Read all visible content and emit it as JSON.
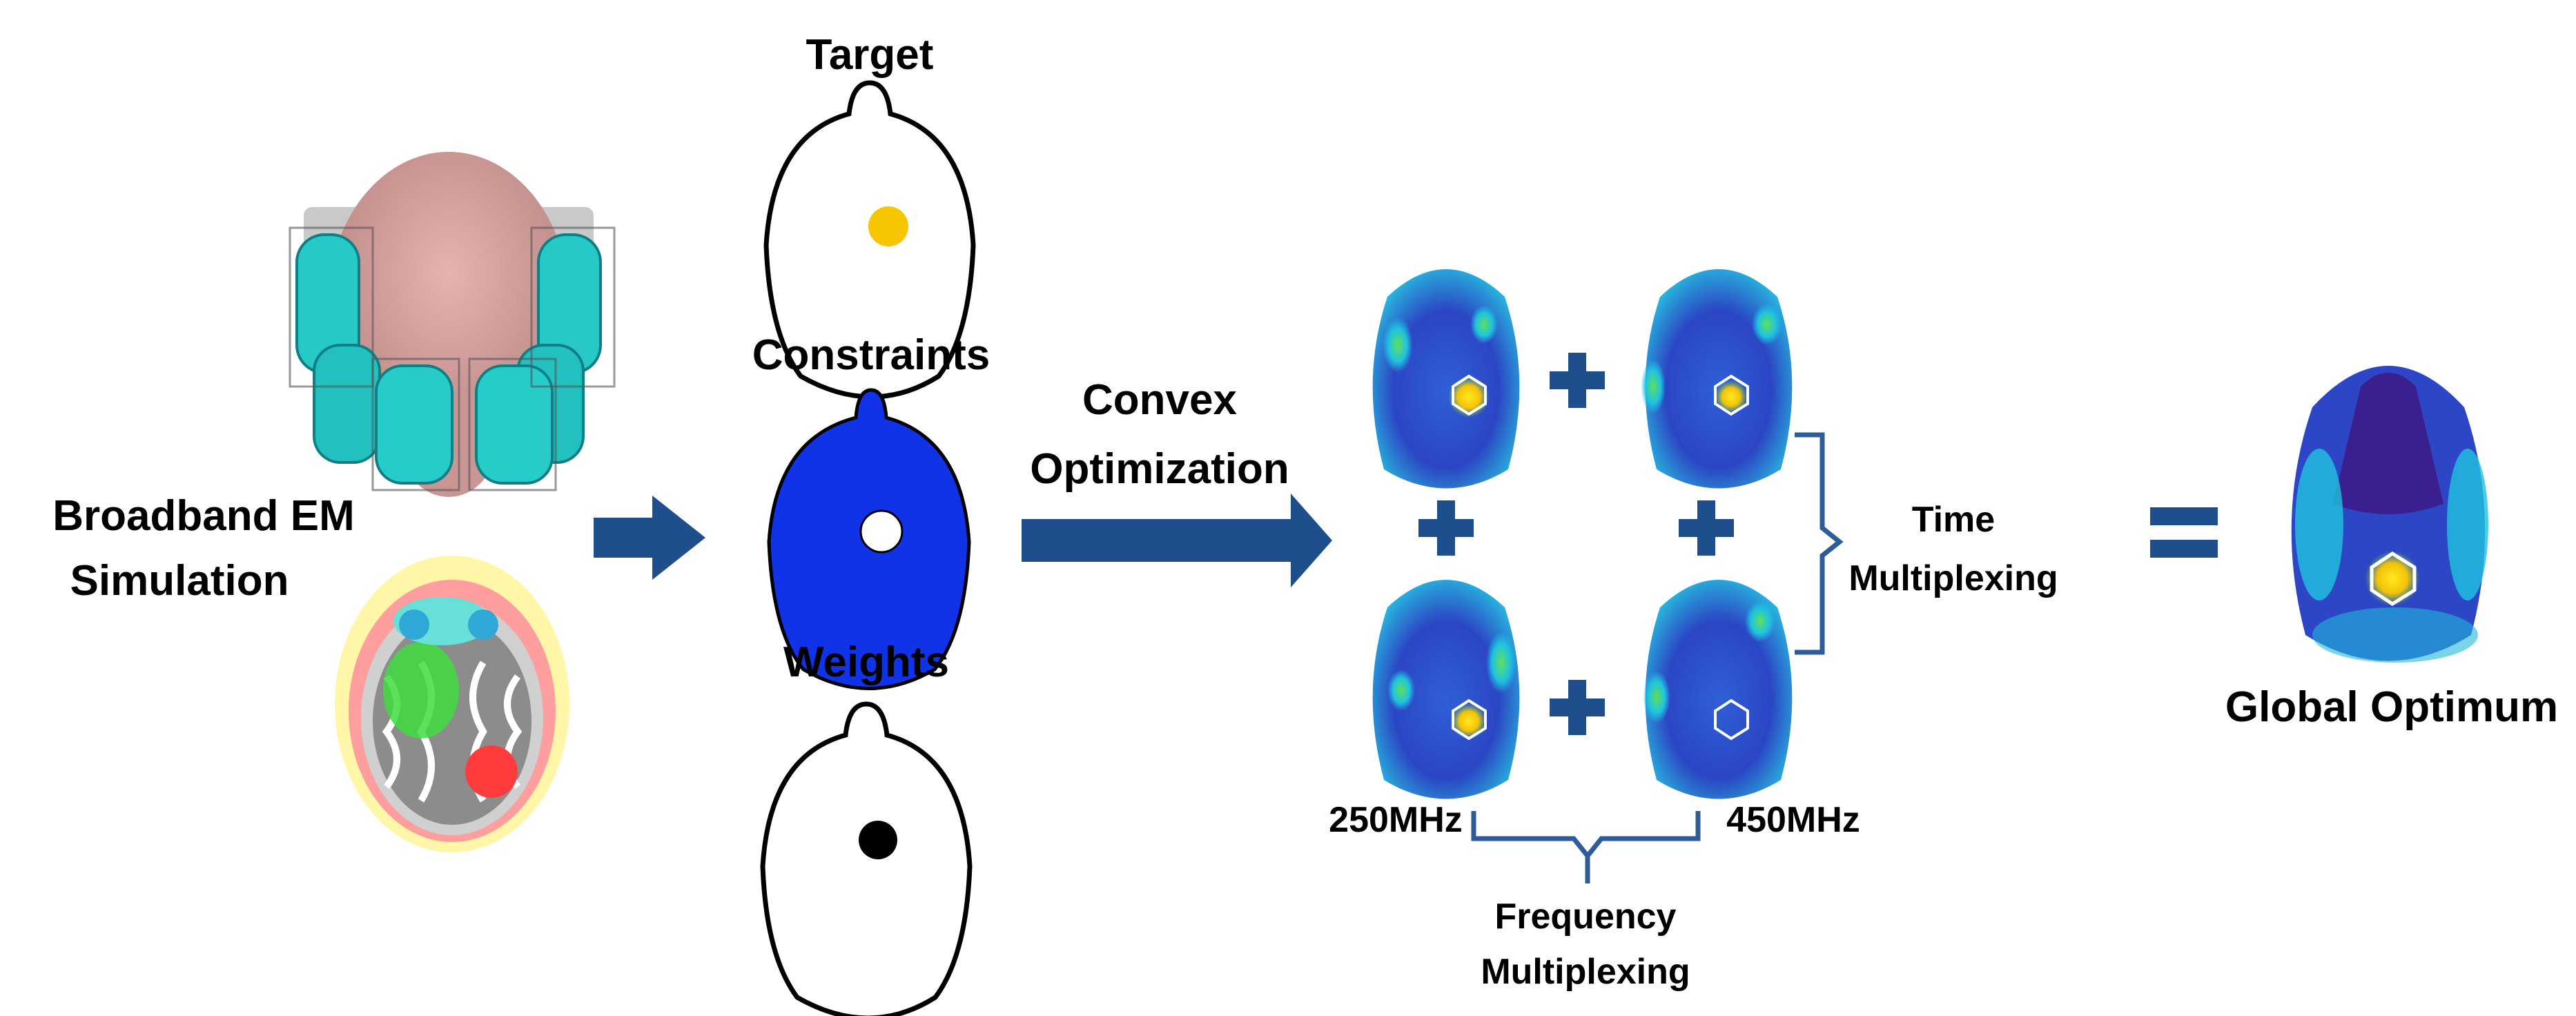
{
  "left": {
    "title_line1": "Broadband EM",
    "title_line2": "Simulation"
  },
  "middle": {
    "target_label": "Target",
    "constraints_label": "Constraints",
    "weights_label": "Weights"
  },
  "optimization": {
    "line1": "Convex",
    "line2": "Optimization"
  },
  "multiplexing": {
    "time_line1": "Time",
    "time_line2": "Multiplexing",
    "freq_line1": "Frequency",
    "freq_line2": "Multiplexing",
    "freq_low": "250MHz",
    "freq_high": "450MHz"
  },
  "result": {
    "label": "Global Optimum"
  },
  "colors": {
    "arrow": "#1f4e8c",
    "brace": "#2e5c99",
    "operator": "#1f4e8c",
    "target_dot": "#f7c600",
    "constraint_fill": "#1133e8",
    "field_blue": "#2b3fbf",
    "field_dark": "#3a1f8c",
    "field_cyan": "#19b7e6",
    "field_green": "#3fcf6a",
    "hotspot": "#ffd21a"
  }
}
